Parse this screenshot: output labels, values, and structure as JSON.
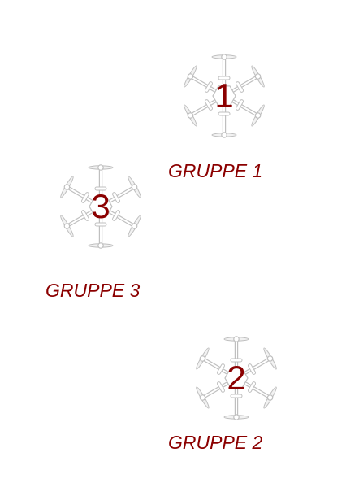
{
  "groups": [
    {
      "number": "1",
      "label": "GRUPPE 1"
    },
    {
      "number": "2",
      "label": "GRUPPE 2"
    },
    {
      "number": "3",
      "label": "GRUPPE 3"
    }
  ],
  "icons": {
    "drone": "hexacopter-drone-icon"
  },
  "colors": {
    "accent": "#8b0000",
    "drone_stroke": "#bfbfbf",
    "drone_fill": "#f2f2f2"
  }
}
